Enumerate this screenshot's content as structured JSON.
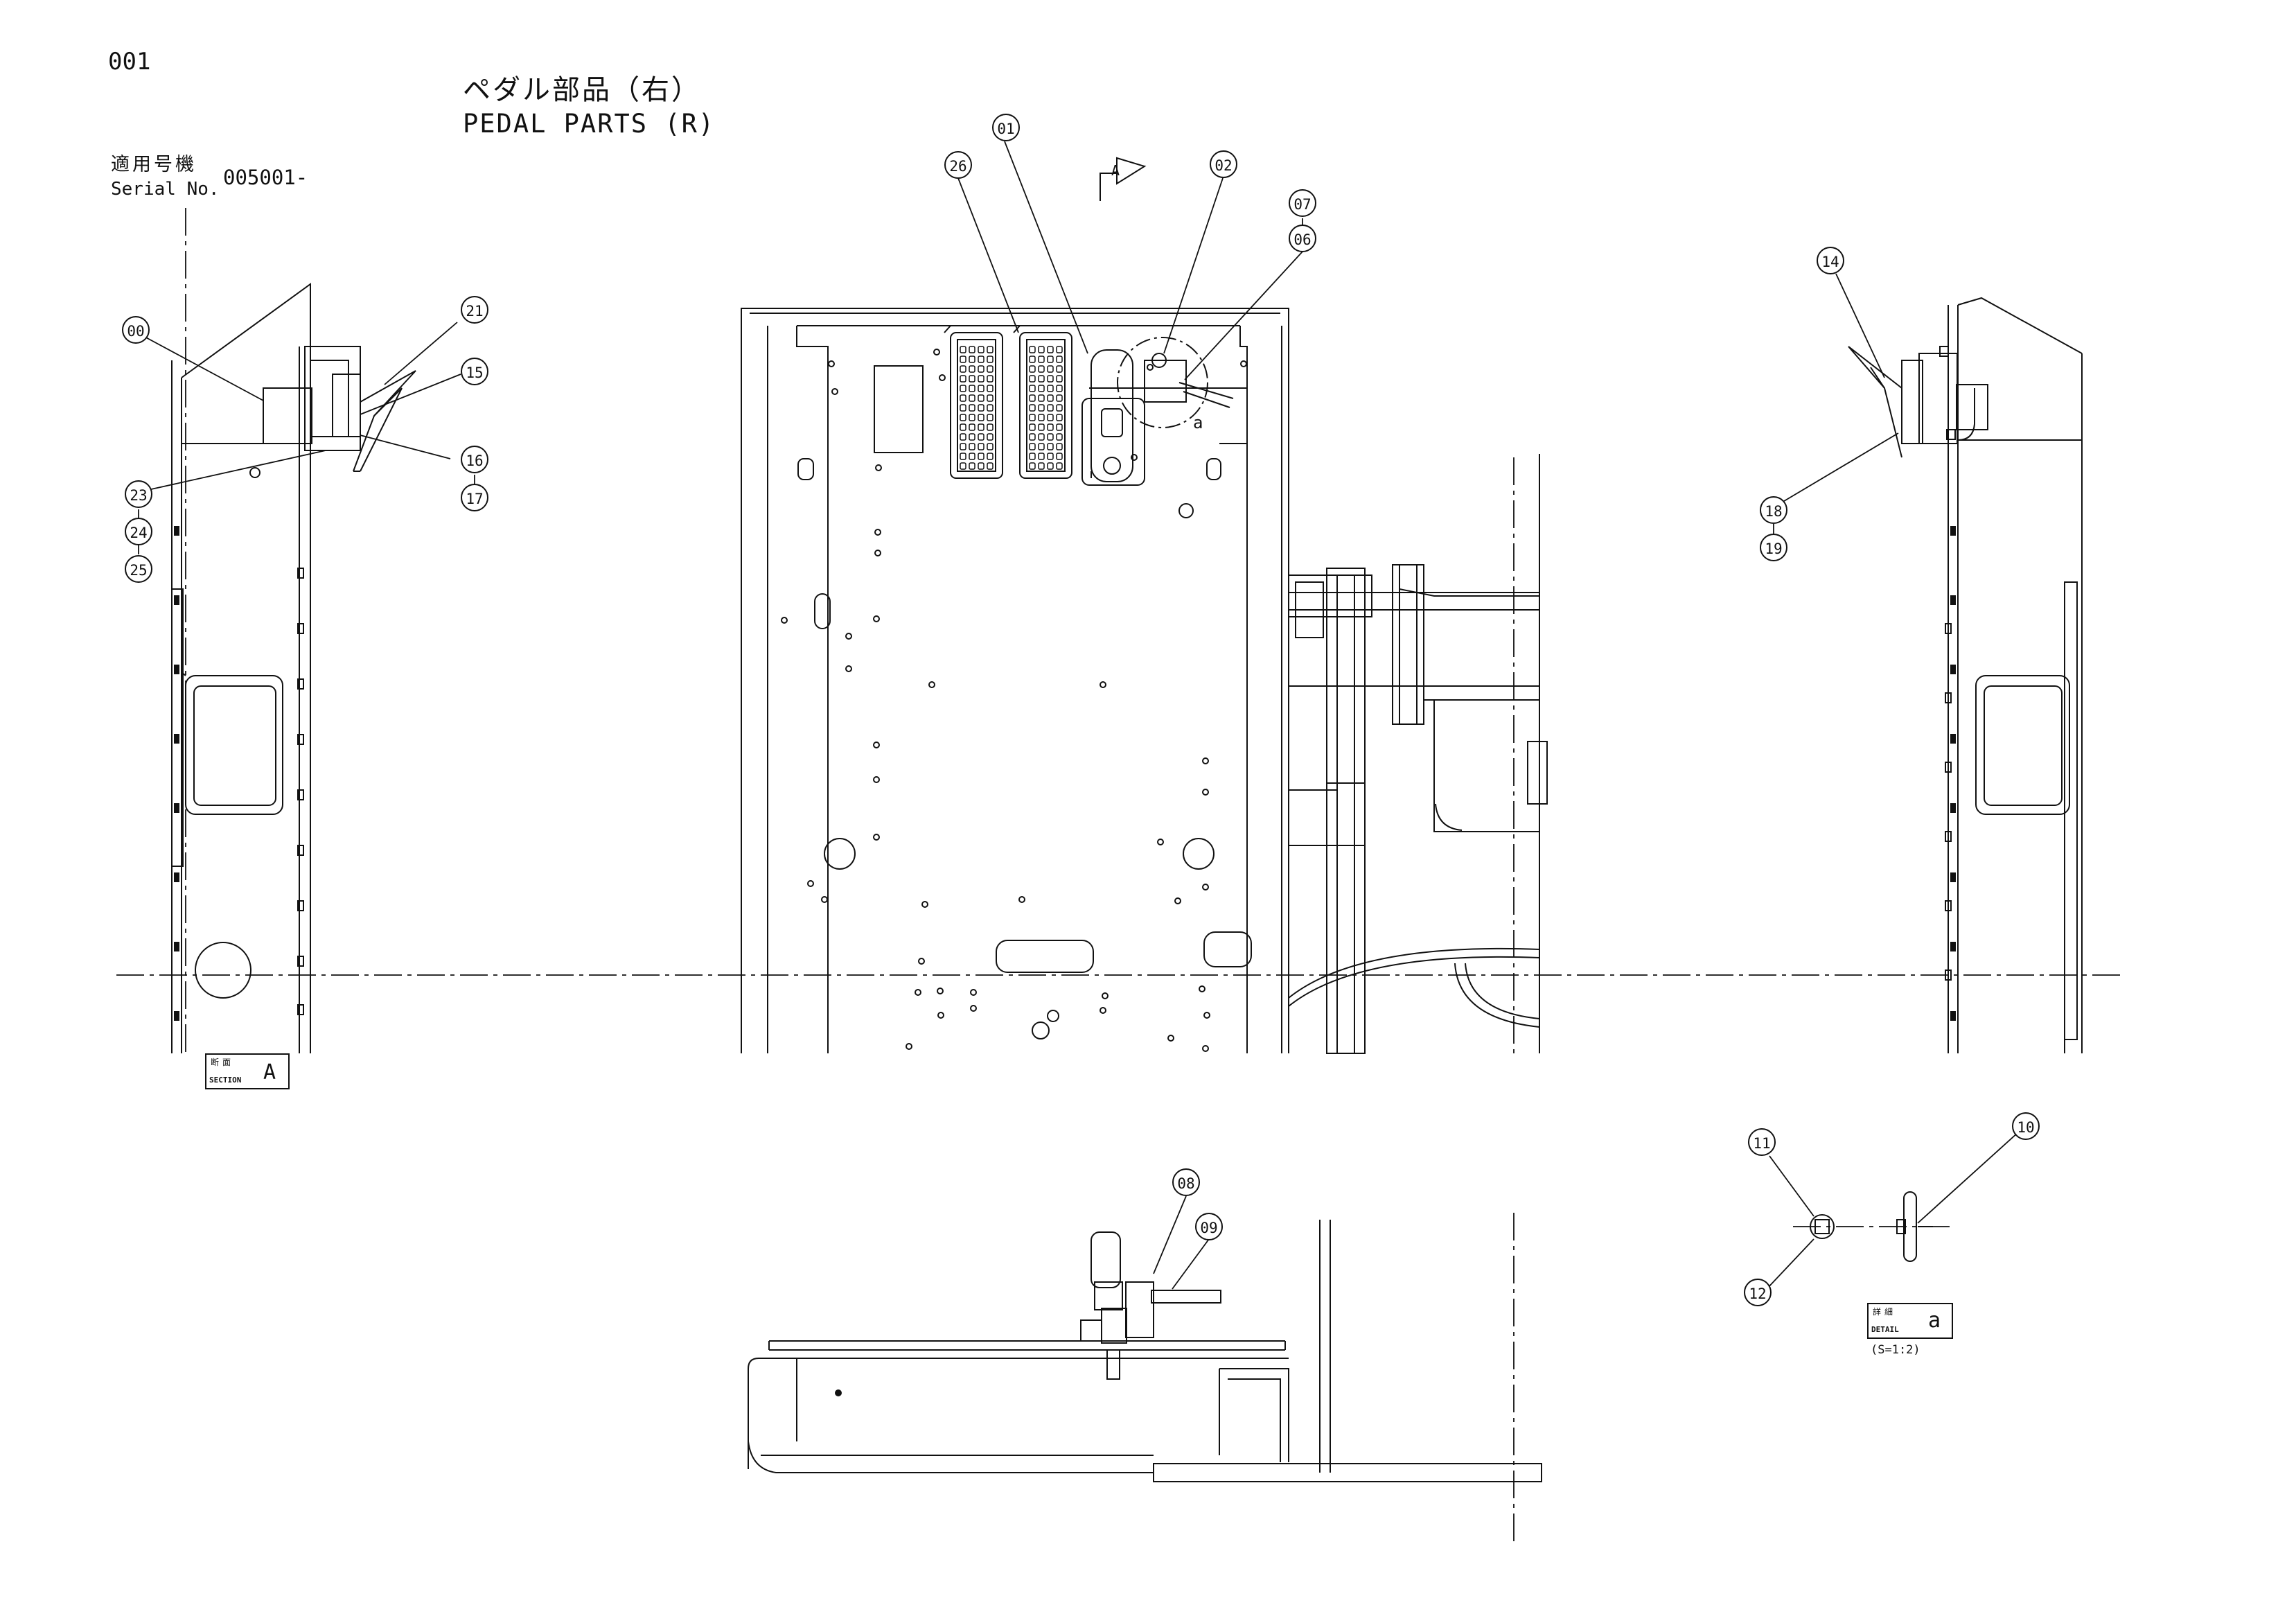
{
  "page_number": "001",
  "title": {
    "japanese": "ペダル部品（右）",
    "english": "PEDAL PARTS (R)"
  },
  "serial": {
    "label_jp": "適用号機",
    "label_en": "Serial No.",
    "value": "005001-"
  },
  "view_arrow": {
    "letter": "A"
  },
  "callouts": {
    "c00": "00",
    "c01": "01",
    "c02": "02",
    "c06": "06",
    "c07": "07",
    "c08": "08",
    "c09": "09",
    "c10": "10",
    "c11": "11",
    "c12": "12",
    "c14": "14",
    "c15": "15",
    "c16": "16",
    "c17": "17",
    "c18": "18",
    "c19": "19",
    "c21": "21",
    "c23": "23",
    "c24": "24",
    "c25": "25",
    "c26": "26"
  },
  "section_box": {
    "label_jp": "断面",
    "label_en": "SECTION",
    "letter": "A"
  },
  "detail_box": {
    "label_jp": "詳細",
    "label_en": "DETAIL",
    "letter": "a",
    "scale": "(S=1:2)"
  },
  "detail_marker": "a",
  "colors": {
    "line": "#111111",
    "background": "#ffffff"
  }
}
